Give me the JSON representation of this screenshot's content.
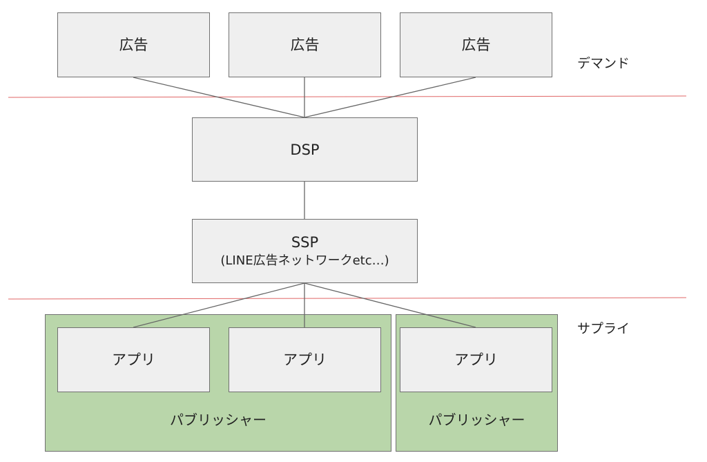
{
  "layers": {
    "demand": "デマンド",
    "supply": "サプライ"
  },
  "ads": [
    {
      "label": "広告"
    },
    {
      "label": "広告"
    },
    {
      "label": "広告"
    }
  ],
  "dsp": {
    "label": "DSP"
  },
  "ssp": {
    "label": "SSP",
    "sublabel": "(LINE広告ネットワークetc…)"
  },
  "apps": [
    {
      "label": "アプリ"
    },
    {
      "label": "アプリ"
    },
    {
      "label": "アプリ"
    }
  ],
  "publishers": [
    {
      "label": "パブリッシャー"
    },
    {
      "label": "パブリッシャー"
    }
  ],
  "colors": {
    "box_fill": "#efefef",
    "box_border": "#707070",
    "publisher_fill": "#b9d6aa",
    "divider_line": "#e06666",
    "connector_line": "#666666"
  }
}
